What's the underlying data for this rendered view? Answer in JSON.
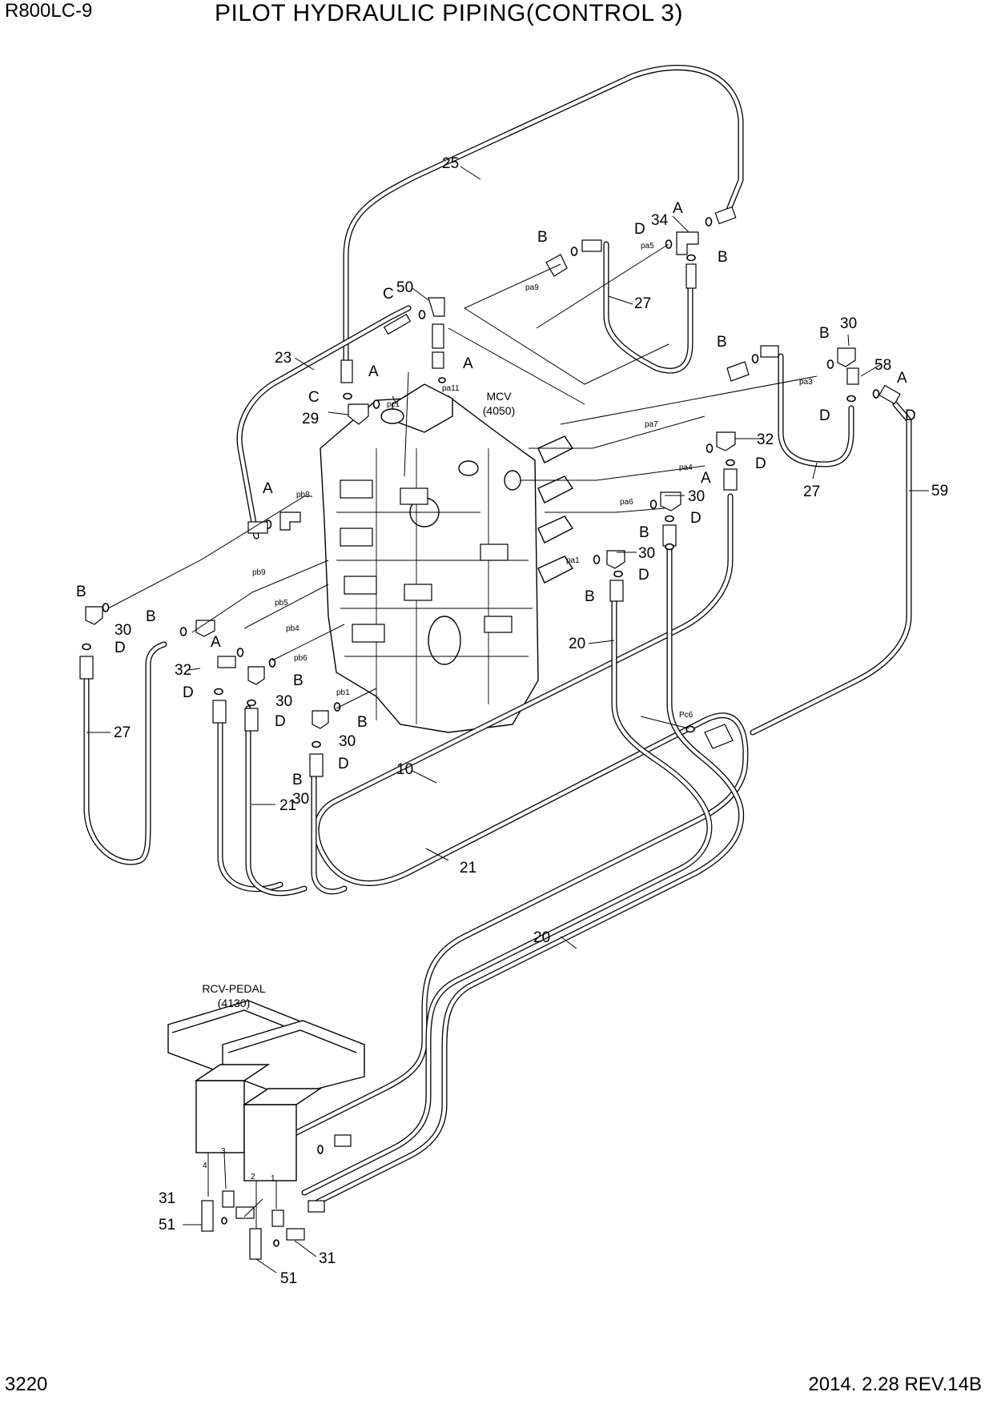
{
  "header": {
    "model": "R800LC-9",
    "title": "PILOT HYDRAULIC PIPING(CONTROL 3)"
  },
  "footer": {
    "page_number": "3220",
    "revision": "2014. 2.28  REV.14B"
  },
  "components": {
    "mcv": {
      "name": "MCV",
      "code": "(4050)"
    },
    "rcv_pedal": {
      "name": "RCV-PEDAL",
      "code": "(4130)"
    }
  },
  "callouts": {
    "c25": "25",
    "c23": "23",
    "c27a": "27",
    "c27b": "27",
    "c27c": "27",
    "c59": "59",
    "c10": "10",
    "c20a": "20",
    "c20b": "20",
    "c21a": "21",
    "c21b": "21",
    "c29": "29",
    "c50": "50",
    "c34": "34",
    "c58": "58",
    "c30a": "30",
    "c30b": "30",
    "c30c": "30",
    "c30d": "30",
    "c30e": "30",
    "c30f": "30",
    "c30g": "30",
    "c32a": "32",
    "c32b": "32",
    "c31a": "31",
    "c31b": "31",
    "c51a": "51",
    "c51b": "51",
    "lA1": "A",
    "lA2": "A",
    "lA3": "A",
    "lA4": "A",
    "lA5": "A",
    "lA6": "A",
    "lA7": "A",
    "lB1": "B",
    "lB2": "B",
    "lB3": "B",
    "lB4": "B",
    "lB5": "B",
    "lB6": "B",
    "lB7": "B",
    "lB8": "B",
    "lB9": "B",
    "lB10": "B",
    "lB11": "B",
    "lC1": "C",
    "lC2": "C",
    "lD1": "D",
    "lD2": "D",
    "lD3": "D",
    "lD4": "D",
    "lD5": "D",
    "lD6": "D",
    "lD7": "D",
    "lD8": "D",
    "lD9": "D",
    "lD10": "D"
  },
  "ports": {
    "pa9": "pa9",
    "pa5": "pa5",
    "pa11": "pa11",
    "pc1": "pc1",
    "pa7": "pa7",
    "pa3": "pa3",
    "pa4": "pa4",
    "pa6": "pa6",
    "pa1": "pa1",
    "pc6": "Pc6",
    "pb8": "pb8",
    "pb9": "pb9",
    "pb5": "pb5",
    "pb4": "pb4",
    "pb6": "pb6",
    "pb1": "pb1"
  },
  "pedal_ports": {
    "p1": "1",
    "p2": "2",
    "p3": "3",
    "p4": "4"
  }
}
